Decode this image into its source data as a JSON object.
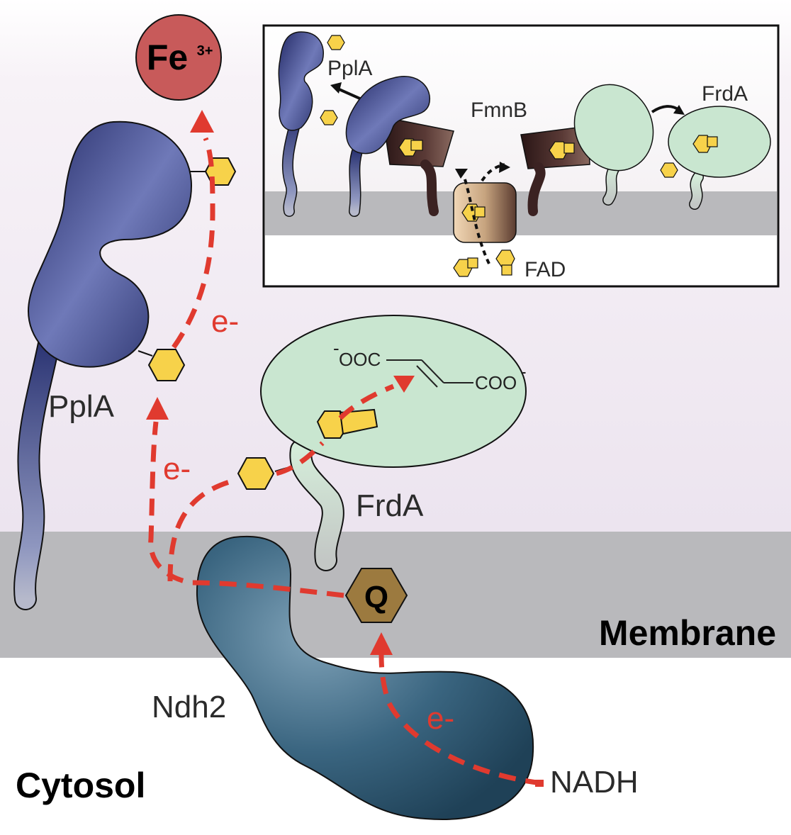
{
  "labels": {
    "fe": "Fe",
    "fe_charge": "3+",
    "pplA": "PplA",
    "frdA": "FrdA",
    "ndh2": "Ndh2",
    "quinone": "Q",
    "membrane": "Membrane",
    "cytosol": "Cytosol",
    "nadh": "NADH",
    "electron_1": "e-",
    "electron_2": "e-",
    "electron_3": "e-",
    "fumarate_left_sup": "-",
    "fumarate_left": "OOC",
    "fumarate_right": "COO",
    "fumarate_right_sup": "-"
  },
  "inset": {
    "pplA": "PplA",
    "fmnB": "FmnB",
    "frdA": "FrdA",
    "fad": "FAD"
  },
  "colors": {
    "electron_path": "#e03a2f",
    "fe_fill": "#c85a5a",
    "pplA_dark": "#2a3275",
    "frdA_fill": "#c9e6d0",
    "ndh2_fill": "#34617a",
    "quinone_fill": "#9c7a3f",
    "fmn_fill": "#f7d24a",
    "membrane_fill": "#b9b9bc",
    "fmnB_fill": "#3b2222"
  }
}
